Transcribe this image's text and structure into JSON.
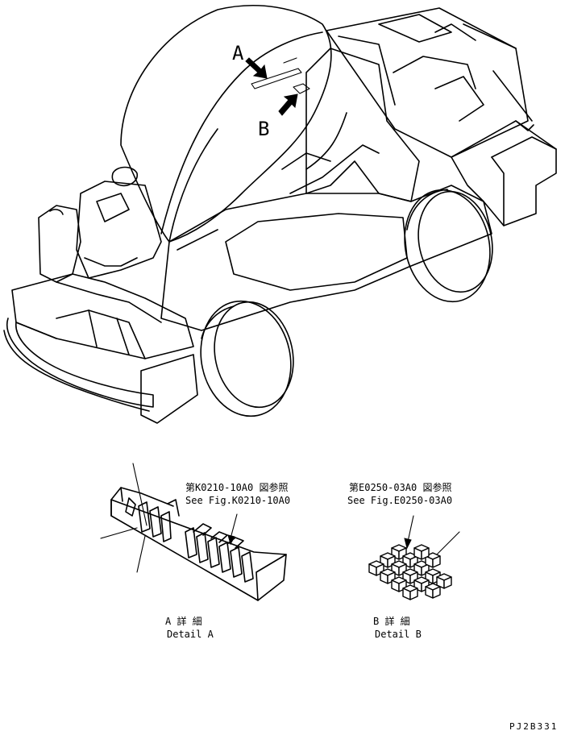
{
  "callouts": {
    "a_letter": "A",
    "b_letter": "B"
  },
  "detail_a": {
    "ref_jp": "第K0210-10A0 図参照",
    "ref_en": "See Fig.K0210-10A0",
    "title_jp": "A  詳  細",
    "title_en": "Detail A"
  },
  "detail_b": {
    "ref_jp": "第E0250-03A0 図参照",
    "ref_en": "See Fig.E0250-03A0",
    "title_jp": "B  詳  細",
    "title_en": "Detail B"
  },
  "drawing_code": "PJ2B331"
}
